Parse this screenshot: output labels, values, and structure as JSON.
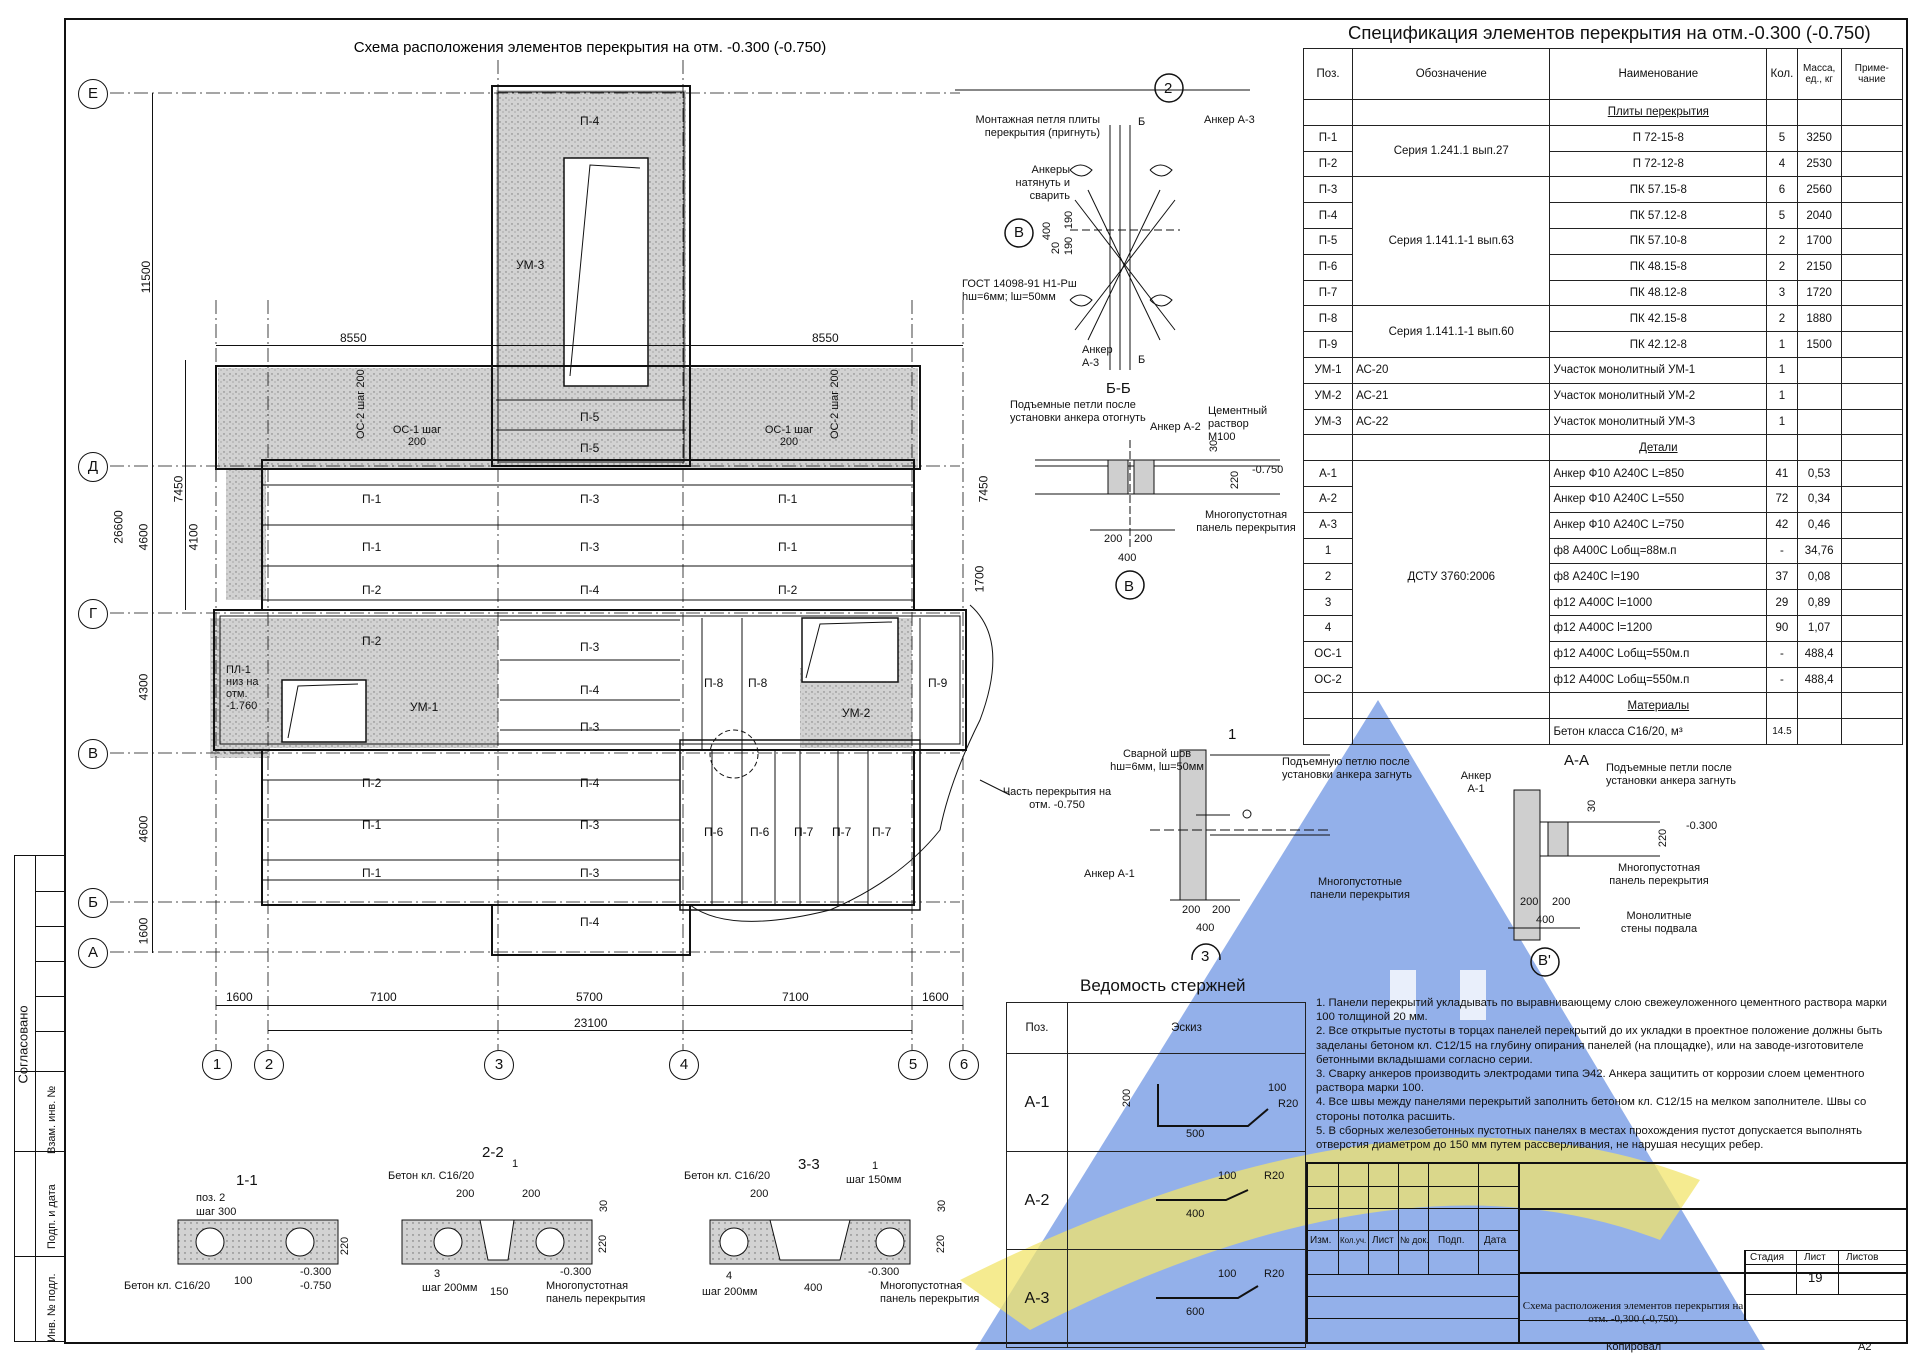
{
  "drawing": {
    "title": "Схема расположения элементов перекрытия на отм. -0.300 (-0.750)",
    "axes_letters": [
      "Е",
      "Д",
      "Г",
      "В",
      "Б",
      "А"
    ],
    "axes_numbers": [
      "1",
      "2",
      "3",
      "4",
      "5",
      "6"
    ],
    "dims_bottom": [
      "1600",
      "7100",
      "5700",
      "7100",
      "1600"
    ],
    "dim_total": "23100",
    "dims_top": [
      "8550",
      "8550"
    ],
    "dims_left": [
      "11500",
      "7450",
      "4600",
      "4100",
      "4300",
      "4600",
      "1600"
    ],
    "dim_left_total": "26600",
    "dims_right": [
      "7450",
      "1700"
    ],
    "slabs": [
      "П-4",
      "П-5",
      "П-5",
      "П-1",
      "П-3",
      "П-1",
      "П-1",
      "П-3",
      "П-1",
      "П-2",
      "П-4",
      "П-2",
      "П-2",
      "П-3",
      "П-4",
      "П-3",
      "П-4",
      "П-2",
      "П-4",
      "П-1",
      "П-3",
      "П-1",
      "П-3",
      "П-8",
      "П-8",
      "П-9",
      "П-6",
      "П-6",
      "П-7",
      "П-7",
      "П-7"
    ],
    "monolith": [
      "УМ-3",
      "УМ-1",
      "УМ-2"
    ],
    "pl_note": "ПЛ-1 низ на отм. -1.760",
    "part_note": "Часть перекрытия на отм. -0.750",
    "os1": "ОС-1 шаг 200",
    "os2": "ОС-2 шаг 200"
  },
  "node2": {
    "mark": "2",
    "loop_label": "Монтажная петля плиты перекрытия (пригнуть)",
    "anchors_label": "Анкеры натянуть и сварить",
    "gost_label": "ГОСТ 14098-91 Н1-Рш hш=6мм; lш=50мм",
    "anchor_a3": "Анкер А-3",
    "anchor_a3b": "Анкер А-3",
    "axis": "В",
    "dims": [
      "190",
      "20",
      "190",
      "400"
    ],
    "cut": "Б"
  },
  "section_bb": {
    "title": "Б-Б",
    "lifting": "Подъемные петли после установки анкера отогнуть",
    "anchor": "Анкер А-2",
    "mortar": "Цементный раствор М100",
    "level": "-0.750",
    "panel": "Многопустотная панель перекрытия",
    "dims": [
      "200",
      "200",
      "400",
      "30",
      "220"
    ],
    "axis": "В"
  },
  "node1": {
    "mark": "1",
    "weld": "Сварной шов hш=6мм, lш=50мм",
    "loop": "Подъемную петлю после установки анкера загнуть",
    "panels": "Многопустотные панели перекрытия",
    "anchor": "Анкер А-1",
    "dims": [
      "200",
      "200",
      "400"
    ],
    "axis": "3"
  },
  "section_aa": {
    "title": "А-А",
    "anchor": "Анкер А-1",
    "loop": "Подъемные петли после установки анкера загнуть",
    "level": "-0.300",
    "panel": "Многопустотная панель перекрытия",
    "walls": "Монолитные стены подвала",
    "dims": [
      "30",
      "220",
      "200",
      "200",
      "400"
    ],
    "axis": "В'"
  },
  "spec": {
    "title": "Спецификация элементов перекрытия на отм.-0.300 (-0.750)",
    "headers": [
      "Поз.",
      "Обозначение",
      "Наименование",
      "Кол.",
      "Масса, ед., кг",
      "Приме-чание"
    ],
    "section_plates": "Плиты перекрытия",
    "section_details": "Детали",
    "section_materials": "Материалы",
    "plates": [
      {
        "pos": "П-1",
        "name": "П 72-15-8",
        "qty": "5",
        "mass": "3250"
      },
      {
        "pos": "П-2",
        "name": "П 72-12-8",
        "qty": "4",
        "mass": "2530"
      },
      {
        "pos": "П-3",
        "name": "ПК 57.15-8",
        "qty": "6",
        "mass": "2560"
      },
      {
        "pos": "П-4",
        "name": "ПК 57.12-8",
        "qty": "5",
        "mass": "2040"
      },
      {
        "pos": "П-5",
        "name": "ПК 57.10-8",
        "qty": "2",
        "mass": "1700"
      },
      {
        "pos": "П-6",
        "name": "ПК 48.15-8",
        "qty": "2",
        "mass": "2150"
      },
      {
        "pos": "П-7",
        "name": "ПК 48.12-8",
        "qty": "3",
        "mass": "1720"
      },
      {
        "pos": "П-8",
        "name": "ПК 42.15-8",
        "qty": "2",
        "mass": "1880"
      },
      {
        "pos": "П-9",
        "name": "ПК 42.12-8",
        "qty": "1",
        "mass": "1500"
      }
    ],
    "series1": "Серия 1.241.1 вып.27",
    "series2": "Серия 1.141.1-1 вып.63",
    "series3": "Серия 1.141.1-1 вып.60",
    "monolith": [
      {
        "pos": "УМ-1",
        "code": "АС-20",
        "name": "Участок монолитный УМ-1",
        "qty": "1"
      },
      {
        "pos": "УМ-2",
        "code": "АС-21",
        "name": "Участок монолитный УМ-2",
        "qty": "1"
      },
      {
        "pos": "УМ-3",
        "code": "АС-22",
        "name": "Участок монолитный УМ-3",
        "qty": "1"
      }
    ],
    "details_code": "ДСТУ 3760:2006",
    "details": [
      {
        "pos": "А-1",
        "name": "Анкер Ф10 А240С L=850",
        "qty": "41",
        "mass": "0,53"
      },
      {
        "pos": "А-2",
        "name": "Анкер Ф10 А240С L=550",
        "qty": "72",
        "mass": "0,34"
      },
      {
        "pos": "А-3",
        "name": "Анкер Ф10 А240С L=750",
        "qty": "42",
        "mass": "0,46"
      },
      {
        "pos": "1",
        "name": "ф8 А400С Lобщ=88м.п",
        "qty": "-",
        "mass": "34,76"
      },
      {
        "pos": "2",
        "name": "ф8 А240С l=190",
        "qty": "37",
        "mass": "0,08"
      },
      {
        "pos": "3",
        "name": "ф12 А400С l=1000",
        "qty": "29",
        "mass": "0,89"
      },
      {
        "pos": "4",
        "name": "ф12 А400С l=1200",
        "qty": "90",
        "mass": "1,07"
      },
      {
        "pos": "ОС-1",
        "name": "ф12 А400С Lобщ=550м.п",
        "qty": "-",
        "mass": "488,4"
      },
      {
        "pos": "ОС-2",
        "name": "ф12 А400С Lобщ=550м.п",
        "qty": "-",
        "mass": "488,4"
      }
    ],
    "material": {
      "name": "Бетон класса С16/20, м³",
      "qty": "14.5"
    }
  },
  "rods": {
    "title": "Ведомость стержней",
    "headers": [
      "Поз.",
      "Эскиз"
    ],
    "items": [
      {
        "pos": "А-1",
        "d1": "200",
        "d2": "500",
        "d3": "100",
        "r": "R20"
      },
      {
        "pos": "А-2",
        "d1": "100",
        "d2": "400",
        "r": "R20"
      },
      {
        "pos": "А-3",
        "d1": "100",
        "d2": "600",
        "r": "R20"
      }
    ]
  },
  "notes": [
    "1. Панели перекрытий укладывать по выравнивающему слою свежеуложенного цементного раствора марки 100 толщиной 20 мм.",
    "2. Все открытые пустоты в торцах панелей перекрытий до их укладки в проектное положение должны быть заделаны бетоном кл. С12/15 на глубину опирания панелей (на площадке), или на заводе-изготовителе бетонными вкладышами согласно серии.",
    "3. Сварку анкеров производить электродами типа Э42. Анкера защитить от коррозии слоем цементного раствора марки 100.",
    "4. Все швы между панелями перекрытий заполнить бетоном кл. С12/15 на мелком заполнителе. Швы со стороны потолка расшить.",
    "5. В сборных железобетонных пустотных панелях в местах прохождения пустот допускается выполнять отверстия диаметром до 150 мм путем рассверливания, не нарушая несущих ребер."
  ],
  "sections": {
    "s11": {
      "title": "1-1",
      "pos2": "поз. 2",
      "step": "шаг 300",
      "concrete": "Бетон кл. С16/20",
      "d100": "100",
      "lv1": "-0.300",
      "lv2": "-0.750",
      "h": "220"
    },
    "s22": {
      "title": "2-2",
      "concrete": "Бетон кл. С16/20",
      "d1": "200",
      "d2": "200",
      "m1": "1",
      "m3": "3",
      "step": "шаг 200мм",
      "d150": "150",
      "lv": "-0.300",
      "panel": "Многопустотная панель перекрытия",
      "h": "220",
      "t": "30"
    },
    "s33": {
      "title": "3-3",
      "concrete": "Бетон кл. С16/20",
      "d1": "200",
      "m1": "1",
      "step1": "шаг 150мм",
      "m4": "4",
      "step2": "шаг 200мм",
      "d400": "400",
      "lv": "-0.300",
      "panel": "Многопустотная панель перекрытия",
      "h": "220",
      "t": "30"
    }
  },
  "stamp": {
    "cols": [
      "Изм.",
      "Кол.уч.",
      "Лист",
      "№ док.",
      "Подп.",
      "Дата"
    ],
    "stage": "Стадия",
    "sheet": "Лист",
    "sheets": "Листов",
    "sheet_num": "19",
    "name": "Схема расположения элементов перекрытия на отм. -0,300 (-0,750)",
    "copied": "Копировал",
    "format": "А2"
  },
  "side_stamp": {
    "agreed": "Согласовано",
    "inv_repl": "Взам. инв. №",
    "sign_date": "Подп. и дата",
    "inv_orig": "Инв. № подл."
  },
  "colors": {
    "watermark_blue": "#3b6fd9",
    "watermark_yellow": "#f2e46b",
    "hatch": "#bdbdbd"
  }
}
